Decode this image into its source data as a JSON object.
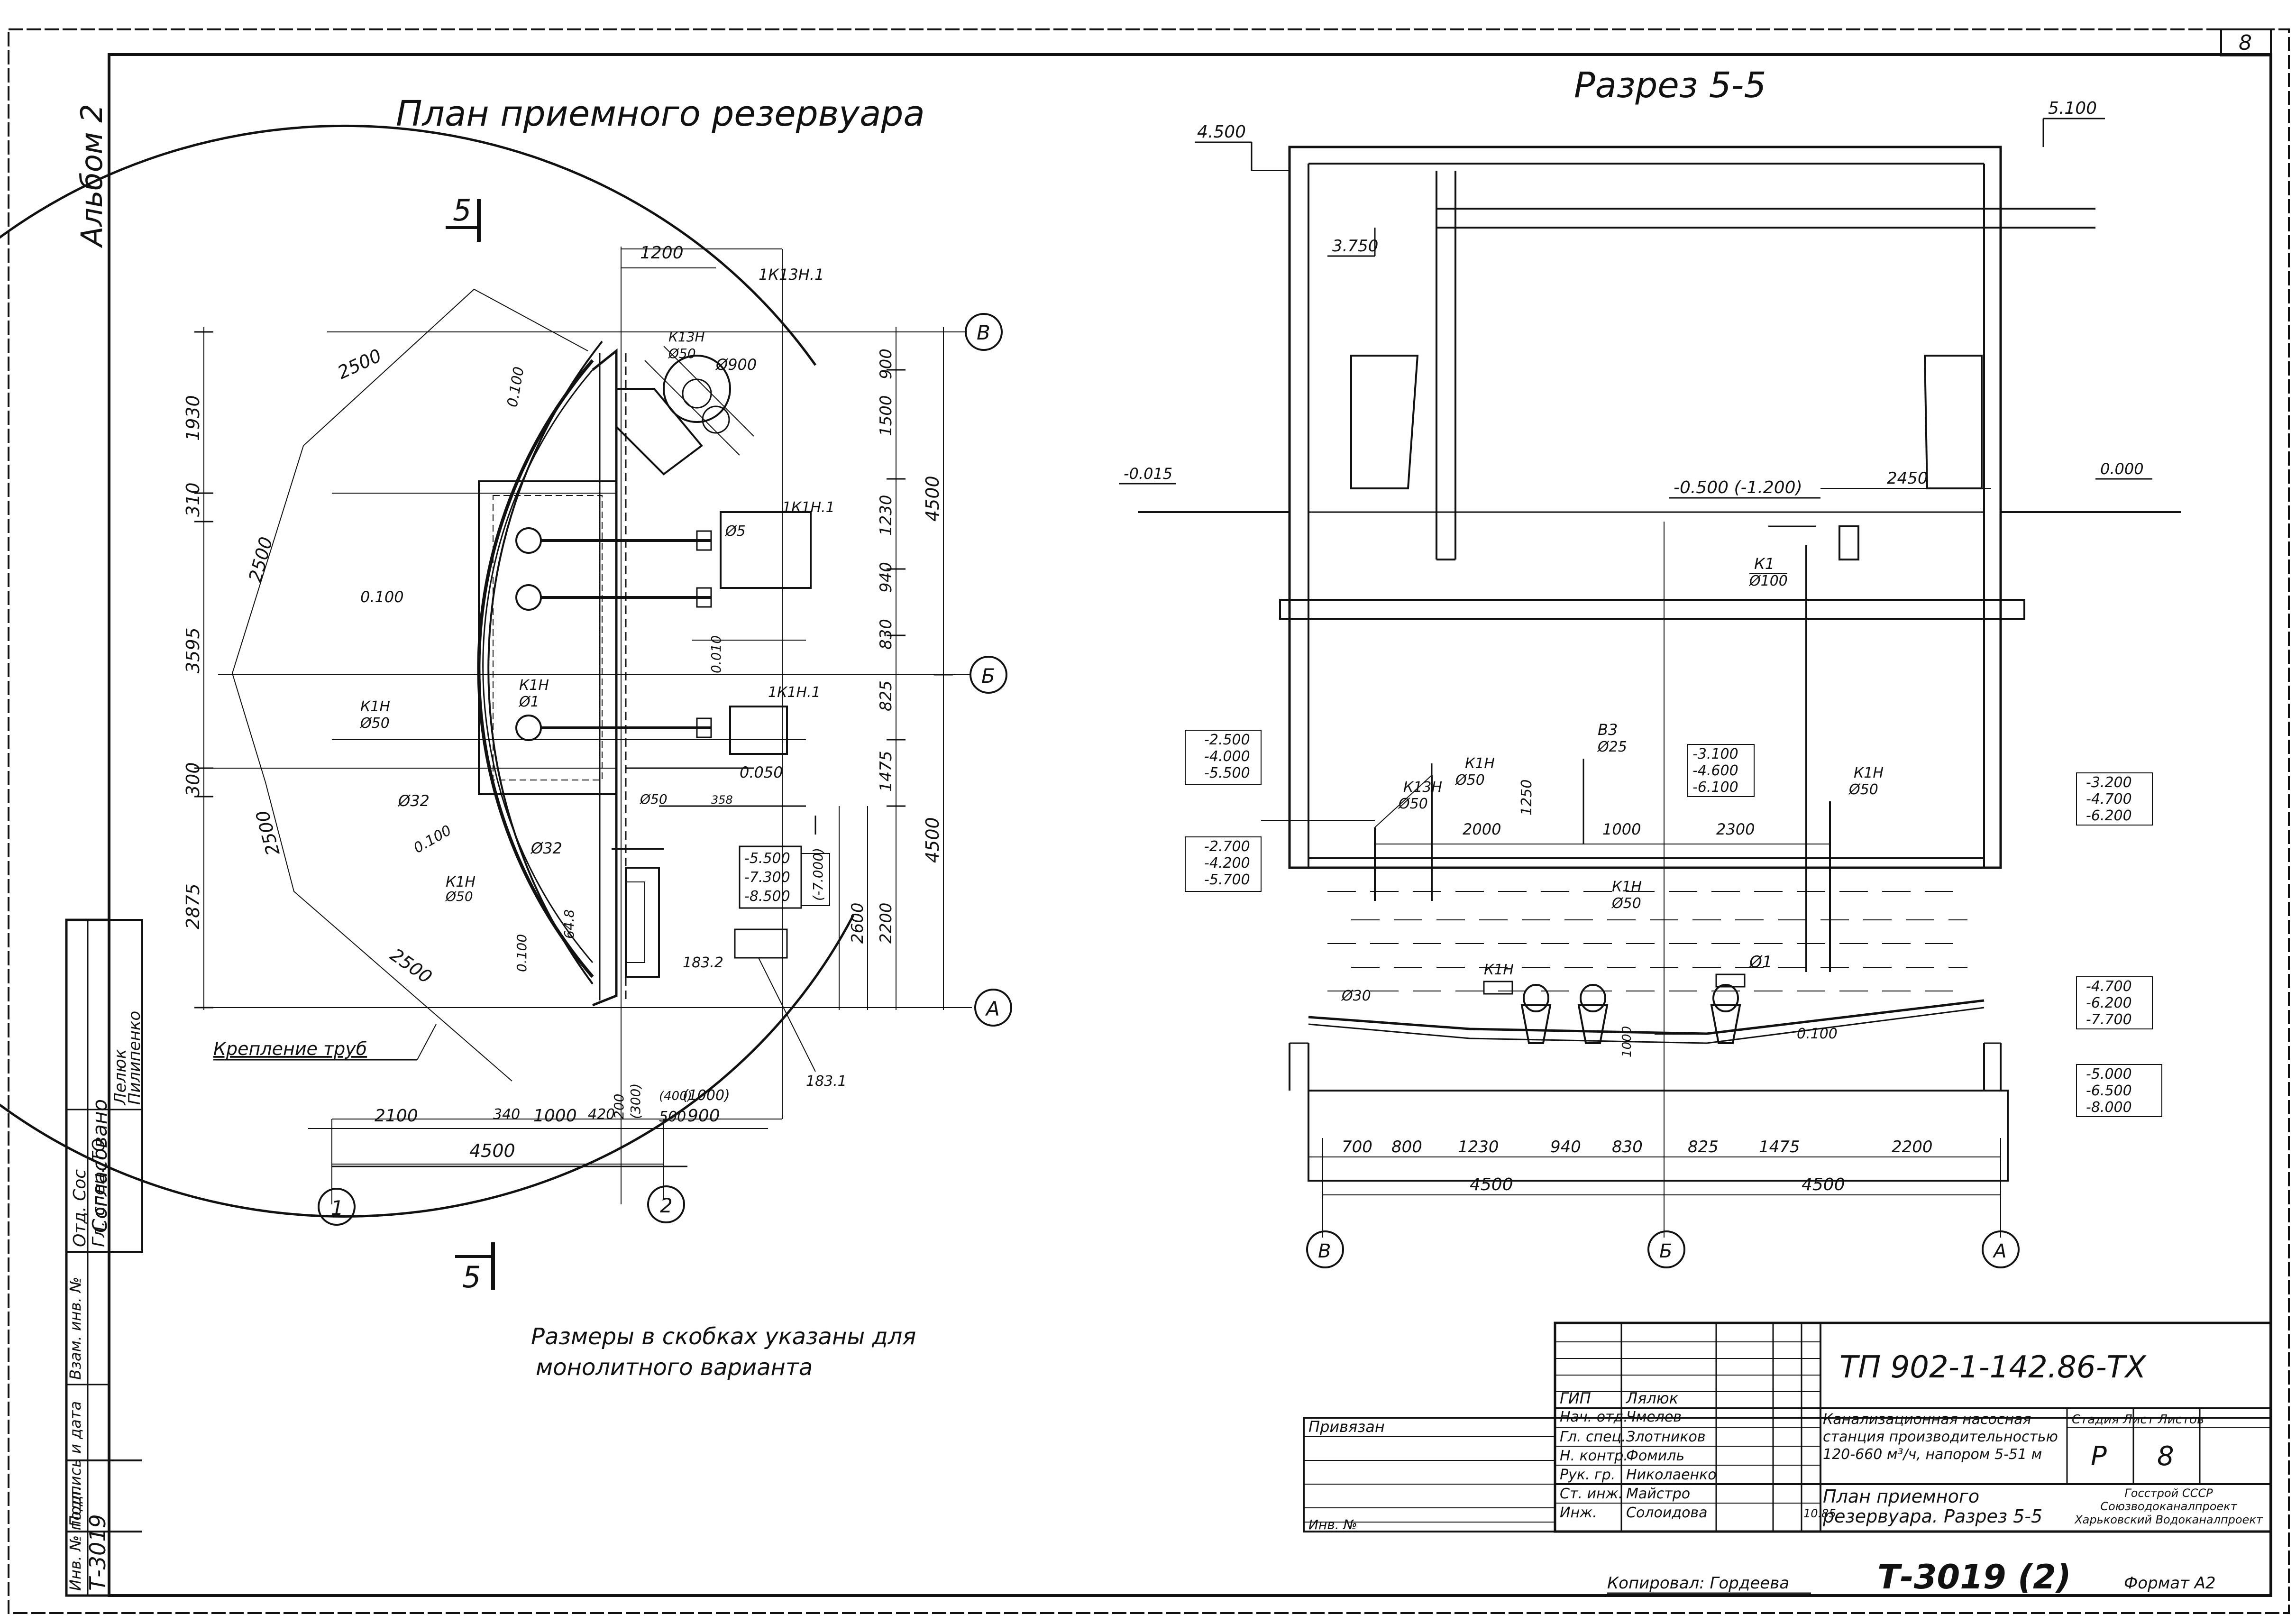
{
  "album_label": "Альбом 2",
  "sheet_number": "8",
  "plan": {
    "title": "План приемного резервуара",
    "section_marks": [
      "5",
      "5"
    ],
    "axes": {
      "row_b_top": "В",
      "row_b_mid": "Б",
      "row_a": "А",
      "col_1": "1",
      "col_2": "2"
    },
    "dims_left": [
      "1930",
      "310",
      "3595",
      "300",
      "2875"
    ],
    "dims_right_outer": [
      "4500",
      "4500"
    ],
    "dims_right_inner": [
      "900",
      "1500",
      "1230",
      "940",
      "830",
      "825",
      "1475",
      "2600",
      "2200"
    ],
    "dims_bottom": [
      "2100",
      "340",
      "1000",
      "420",
      "200",
      "(300)",
      "(400)",
      "500",
      "(1000)",
      "900"
    ],
    "dim_bottom_total": "4500",
    "dim_top": "1200",
    "radius_labels": [
      "2500",
      "2500",
      "2500",
      "2500"
    ],
    "labels": {
      "k13n1_top": "1К13Н.1",
      "k13n_d": "К13Н",
      "phi50": "Ø50",
      "phi900": "Ø900",
      "k1n1": "1К1Н.1",
      "k1n1b": "1К1Н.1",
      "k1n_left": "К1Н",
      "phi50_left": "Ø50",
      "k1n_mid": "К1Н",
      "phi1": "Ø1",
      "k1n_bot": "К1Н",
      "phi50_bot": "Ø50",
      "slope1": "0.100",
      "slope2": "0.100",
      "slope3": "0.100",
      "slope4": "0.010",
      "slope5": "0.050",
      "slope6": "0.100",
      "phi32a": "Ø32",
      "phi32b": "Ø32",
      "phi5": "Ø5",
      "dim648": "64.8",
      "dim358": "358",
      "pipe50": "Ø50",
      "mark_183_2": "183.2",
      "mark_183_1": "183.1",
      "elev_box": [
        "-5.500",
        "-7.300",
        "-8.500"
      ],
      "elev_box_alt": "(-7.000)",
      "fastening": "Крепление труб"
    },
    "note_line1": "Размеры в скобках указаны для",
    "note_line2": "монолитного варианта"
  },
  "section": {
    "title": "Разрез 5-5",
    "elevations": {
      "top_left": "4.500",
      "top_right": "5.100",
      "crane": "3.750",
      "ground_left": "-0.015",
      "ground_right": "0.000",
      "floor": "-0.500 (-1.200)",
      "dim_2450": "2450",
      "left_group1": [
        "-2.500",
        "-4.000",
        "-5.500"
      ],
      "left_group2": [
        "-2.700",
        "-4.200",
        "-5.700"
      ],
      "mid_group": [
        "-3.100",
        "-4.600",
        "-6.100"
      ],
      "right_group1": [
        "-3.200",
        "-4.700",
        "-6.200"
      ],
      "right_group2": [
        "-4.700",
        "-6.200",
        "-7.700"
      ],
      "right_group3": [
        "-5.000",
        "-6.500",
        "-8.000"
      ]
    },
    "labels": {
      "k1": "К1",
      "phi100": "Ø100",
      "v3": "В3",
      "phi25": "Ø25",
      "k13n": "К13Н",
      "phi50a": "Ø50",
      "k1n_a": "К1Н",
      "phi50b": "Ø50",
      "k1n_b": "К1Н",
      "phi50c": "Ø50",
      "k1n_c": "К1Н",
      "phi50d": "Ø50",
      "k1n_d": "К1Н",
      "phi30": "Ø30",
      "phi1": "Ø1",
      "dim1250": "1250",
      "dim2000": "2000",
      "dim1000": "1000",
      "dim2300": "2300",
      "dim_pump": "1000",
      "slope": "0.100"
    },
    "dims_bottom": [
      "700",
      "800",
      "1230",
      "940",
      "830",
      "825",
      "1475",
      "2200"
    ],
    "dims_total": [
      "4500",
      "4500"
    ],
    "axes": [
      "В",
      "Б",
      "А"
    ]
  },
  "stamps": {
    "agreed": "Согласовано",
    "agreed_rows": [
      "Отд. Сос",
      "Гл. спец. ТО"
    ],
    "agreed_names": [
      "Лелюк",
      "Пилипенко"
    ],
    "inv_label": "Инв. № подл.",
    "sign_label": "Подпись и дата",
    "inv_repl_label": "Взам. инв. №",
    "inv_value": "Т-3019",
    "bound_label": "Привязан",
    "inv_no_label": "Инв. №"
  },
  "title_block": {
    "doc_code": "ТП 902-1-142.86-ТХ",
    "roles": [
      "ГИП",
      "Нач. отд.",
      "Гл. спец.",
      "Н. контр.",
      "Рук. гр.",
      "Ст. инж.",
      "Инж."
    ],
    "names": [
      "Лялюк",
      "Чмелев",
      "Злотников",
      "Фомиль",
      "Николаенко",
      "Майстро",
      "Солоидова"
    ],
    "date_mark": "10.85",
    "project": "Канализационная насосная станция производительностью 120-660 м³/ч, напором 5-51 м",
    "sheet_title": "План приемного резервуара. Разрез 5-5",
    "stage_header": "Стадия Лист Листов",
    "stage": "Р",
    "sheet": "8",
    "org": "Госстрой СССР Союзводоканалпроект Харьковский Водоканалпроект"
  },
  "footer": {
    "copied_by": "Копировал: Гордеева",
    "archive_no": "Т-3019 (2)",
    "format": "Формат А2"
  }
}
